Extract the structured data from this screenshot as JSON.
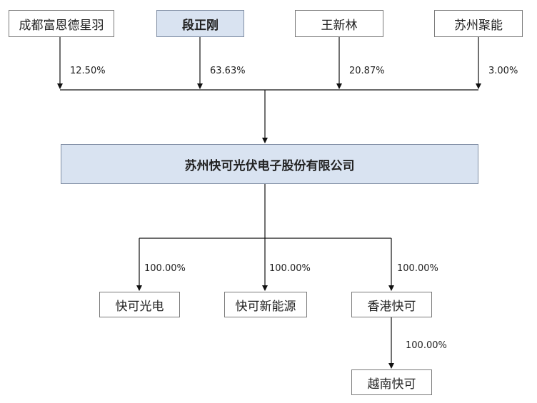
{
  "diagram": {
    "shareholders": [
      {
        "name": "成都富恩德星羽",
        "pct": "12.50%"
      },
      {
        "name": "段正刚",
        "pct": "63.63%"
      },
      {
        "name": "王新林",
        "pct": "20.87%"
      },
      {
        "name": "苏州聚能",
        "pct": "3.00%"
      }
    ],
    "company": "苏州快可光伏电子股份有限公司",
    "subsidiaries": [
      {
        "name": "快可光电",
        "pct": "100.00%"
      },
      {
        "name": "快可新能源",
        "pct": "100.00%"
      },
      {
        "name": "香港快可",
        "pct": "100.00%"
      }
    ],
    "sub_subsidiary": {
      "name": "越南快可",
      "pct": "100.00%"
    }
  }
}
